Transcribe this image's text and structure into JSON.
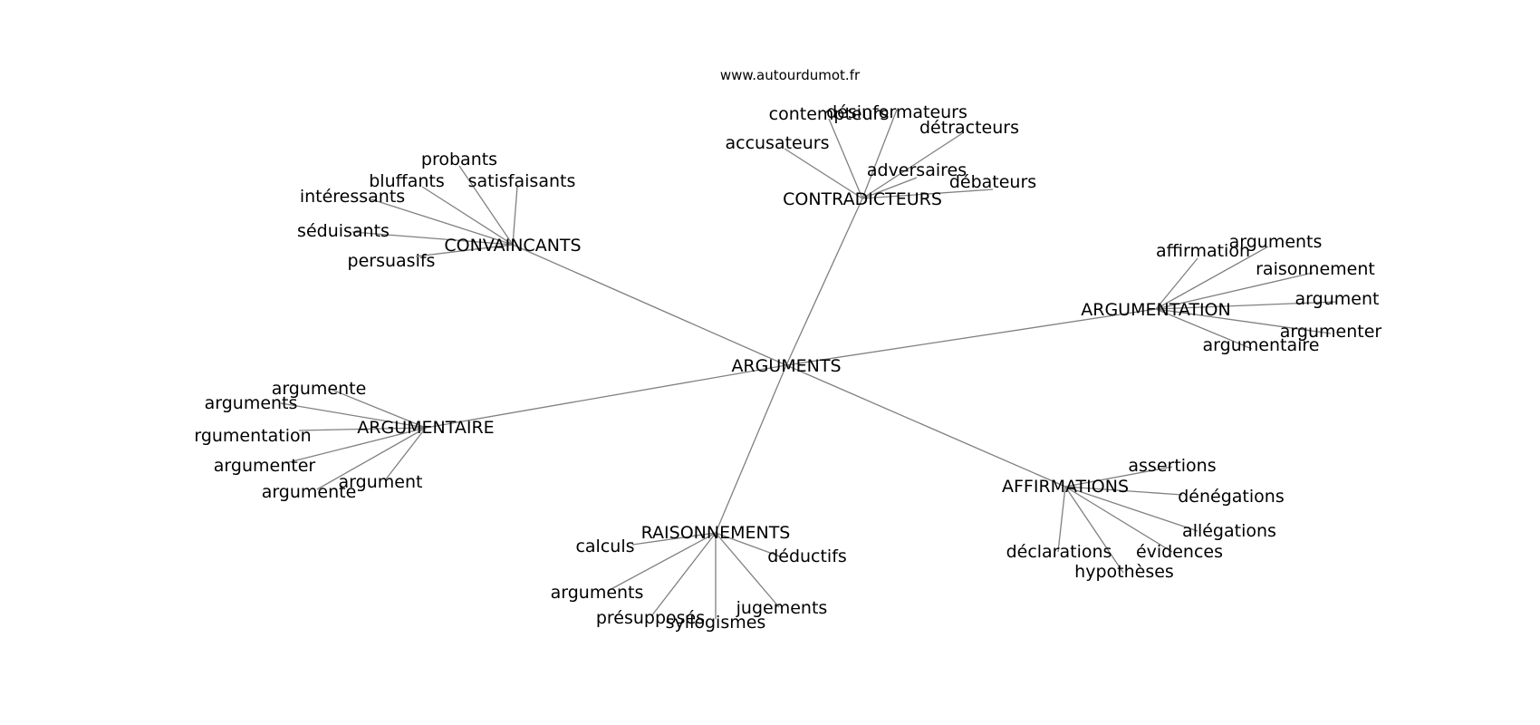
{
  "site": "www.autourdumot.fr",
  "root": "ARGUMENTS",
  "clusters": [
    {
      "id": "contradicteurs",
      "hub": "CONTRADICTEURS",
      "leaves": [
        "contempteurs",
        "désinformateurs",
        "détracteurs",
        "accusateurs",
        "adversaires",
        "débateurs"
      ]
    },
    {
      "id": "convaincants",
      "hub": "CONVAINCANTS",
      "leaves": [
        "probants",
        "bluffants",
        "satisfaisants",
        "intéressants",
        "séduisants",
        "persuasifs"
      ]
    },
    {
      "id": "argumentation",
      "hub": "ARGUMENTATION",
      "leaves": [
        "affirmation",
        "arguments",
        "raisonnement",
        "argument",
        "argumenter",
        "argumentaire"
      ]
    },
    {
      "id": "argumentaire",
      "hub": "ARGUMENTAIRE",
      "leaves": [
        "argumente",
        "arguments",
        "rgumentation",
        "argumenter",
        "argumente",
        "argument"
      ]
    },
    {
      "id": "affirmations",
      "hub": "AFFIRMATIONS",
      "leaves": [
        "assertions",
        "dénégations",
        "allégations",
        "déclarations",
        "évidences",
        "hypothèses"
      ]
    },
    {
      "id": "raisonnements",
      "hub": "RAISONNEMENTS",
      "leaves": [
        "calculs",
        "déductifs",
        "arguments",
        "présupposés",
        "syllogismes",
        "jugements"
      ]
    }
  ]
}
